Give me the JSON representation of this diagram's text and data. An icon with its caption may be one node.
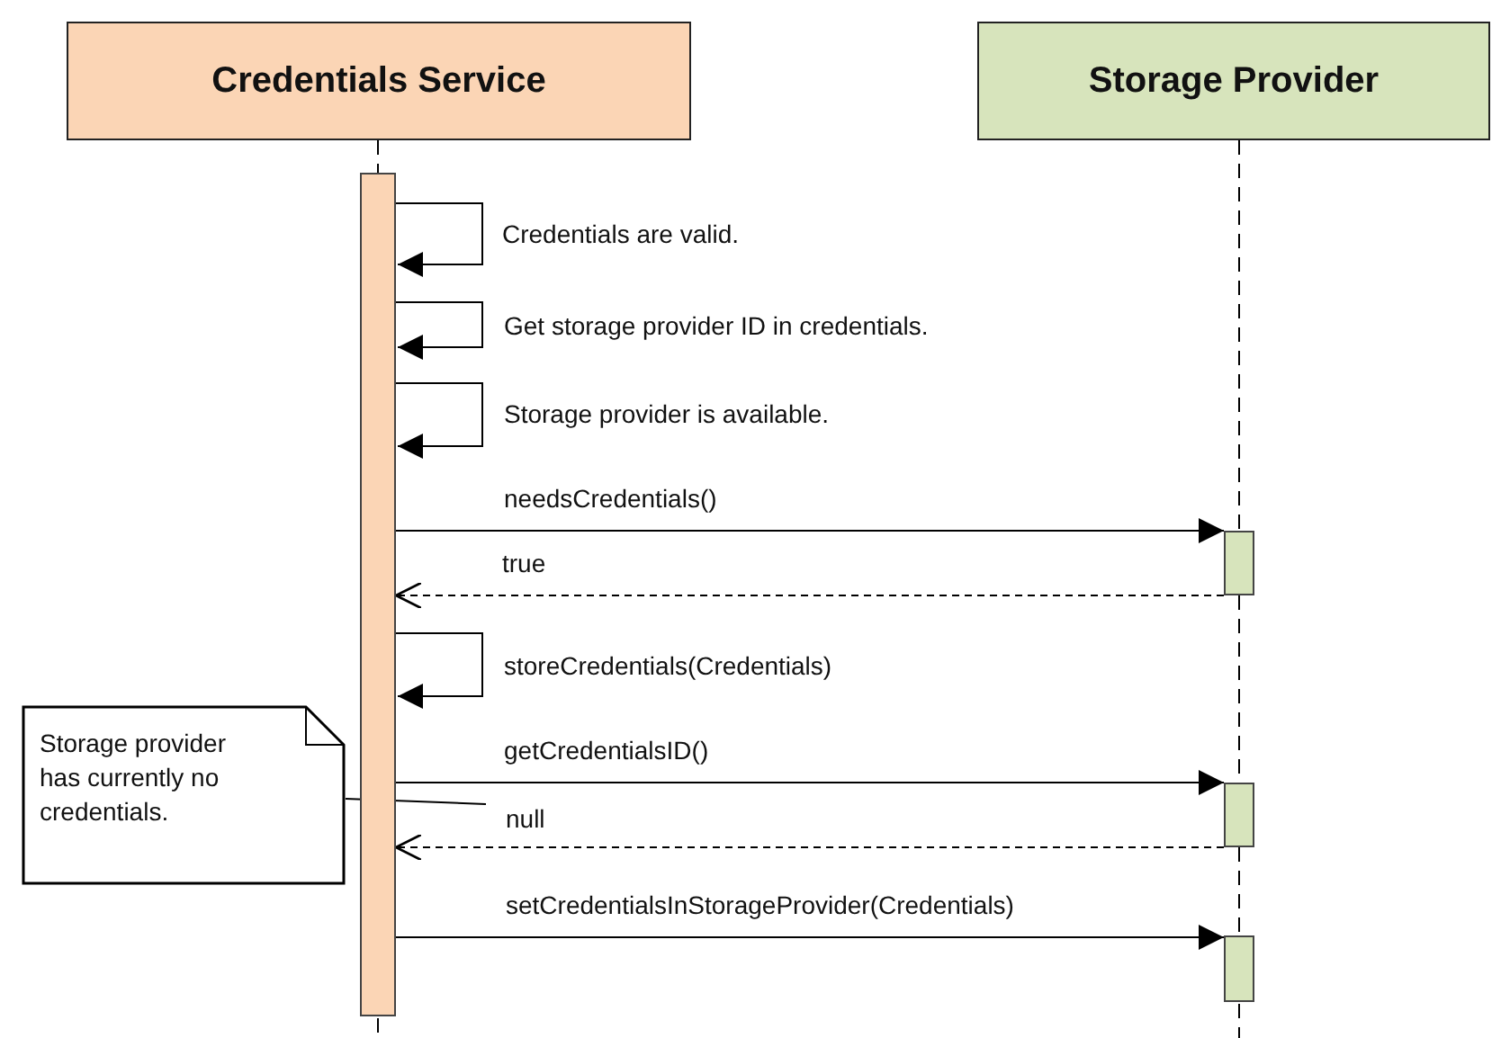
{
  "diagram": {
    "nodes": [
      {
        "text": [
          "Credentials Service"
        ]
      },
      {
        "text": [
          "Storage Provider"
        ]
      },
      {
        "text": [],
        "shape": "bar"
      },
      {
        "text": [],
        "shape": "bar"
      },
      {
        "text": [],
        "shape": "bar"
      },
      {
        "text": [],
        "shape": "bar"
      },
      {
        "text": [
          "Storage provider has currently no credentials."
        ]
      }
    ],
    "edges": [
      {
        "from": 0,
        "to": 2,
        "arrow": "none",
        "style": "dashed"
      },
      {
        "from": 1,
        "to": 3,
        "arrow": "none",
        "style": "dashed"
      },
      {
        "from": 3,
        "to": 4,
        "arrow": "none",
        "style": "dashed"
      },
      {
        "from": 4,
        "to": 5,
        "arrow": "none",
        "style": "dashed"
      },
      {
        "from": 2,
        "to": 2,
        "arrow": "to",
        "label": "Credentials are valid."
      },
      {
        "from": 2,
        "to": 2,
        "arrow": "to",
        "label": "Get storage provider ID in credentials."
      },
      {
        "from": 2,
        "to": 2,
        "arrow": "to",
        "label": "Storage provider is available."
      },
      {
        "from": 2,
        "to": 3,
        "arrow": "to",
        "label": "needsCredentials()"
      },
      {
        "from": 3,
        "to": 2,
        "arrow": "to",
        "label": "true",
        "style": "dashed"
      },
      {
        "from": 2,
        "to": 2,
        "arrow": "to",
        "label": "storeCredentials(Credentials)"
      },
      {
        "from": 2,
        "to": 4,
        "arrow": "to",
        "label": "getCredentialsID()"
      },
      {
        "from": 4,
        "to": 2,
        "arrow": "to",
        "label": "null",
        "style": "dashed"
      },
      {
        "from": 2,
        "to": 5,
        "arrow": "to",
        "label": "setCredentialsInStorageProvider(Credentials)"
      },
      {
        "from": 6,
        "to": null,
        "arrow": "none"
      }
    ]
  }
}
